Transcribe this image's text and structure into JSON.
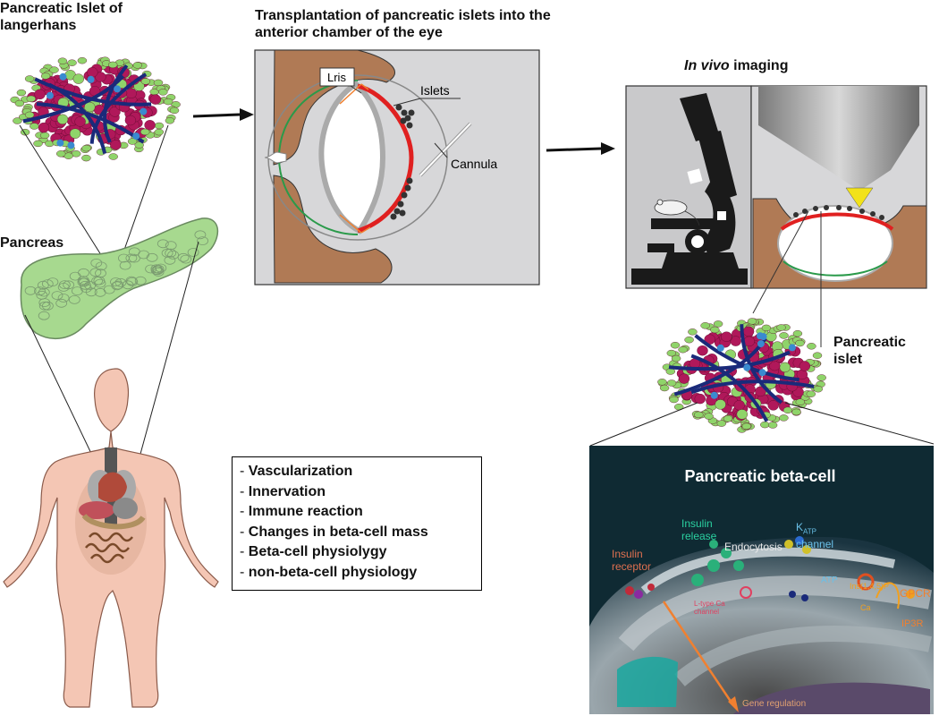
{
  "titles": {
    "islet_of_langerhans": "Pancreatic Islet of langerhans",
    "transplantation": "Transplantation of pancreatic islets into the anterior chamber of the eye",
    "in_vivo_italic": "In vivo",
    "in_vivo_rest": " imaging",
    "pancreas": "Pancreas",
    "pancreatic_islet": "Pancreatic islet"
  },
  "eye_labels": {
    "iris": "Lris",
    "islets": "Islets",
    "cannula": "Cannula"
  },
  "readouts": [
    {
      "dash": "- ",
      "text": "Vascularization"
    },
    {
      "dash": "- ",
      "text": "Innervation"
    },
    {
      "dash": "- ",
      "text": "Immune reaction"
    },
    {
      "dash": "- ",
      "text": "Changes in beta-cell mass"
    },
    {
      "dash": "- ",
      "text": "Beta-cell physiolygy"
    },
    {
      "dash": "- ",
      "text": "non-beta-cell physiology"
    }
  ],
  "beta_cell": {
    "title": "Pancreatic beta-cell",
    "insulin_release": "Insulin release",
    "endocytosis": "Endocytosis",
    "katp": "K",
    "katp_sub": "ATP",
    "katp_channel": "channel",
    "insulin_receptor": "Insulin receptor",
    "gpcr": "GPCR",
    "ltype": "L-type Ca",
    "ltype_channel": "channel",
    "atp": "ATP",
    "ins": "Ins(1,4,5)P",
    "ca": "Ca",
    "ip3r": "IP3R",
    "gene_regulation": "Gene regulation"
  },
  "colors": {
    "tissue_brown": "#b07a55",
    "islet_red": "#b0185a",
    "islet_green": "#8fd46a",
    "vessel_blue": "#1a2a7a",
    "pancreas_green": "#a7d98f",
    "skin": "#f4c6b4",
    "cell_bg": "#0f2a33",
    "highlight_red": "#e02020",
    "objective_yellow": "#f2e21a"
  }
}
